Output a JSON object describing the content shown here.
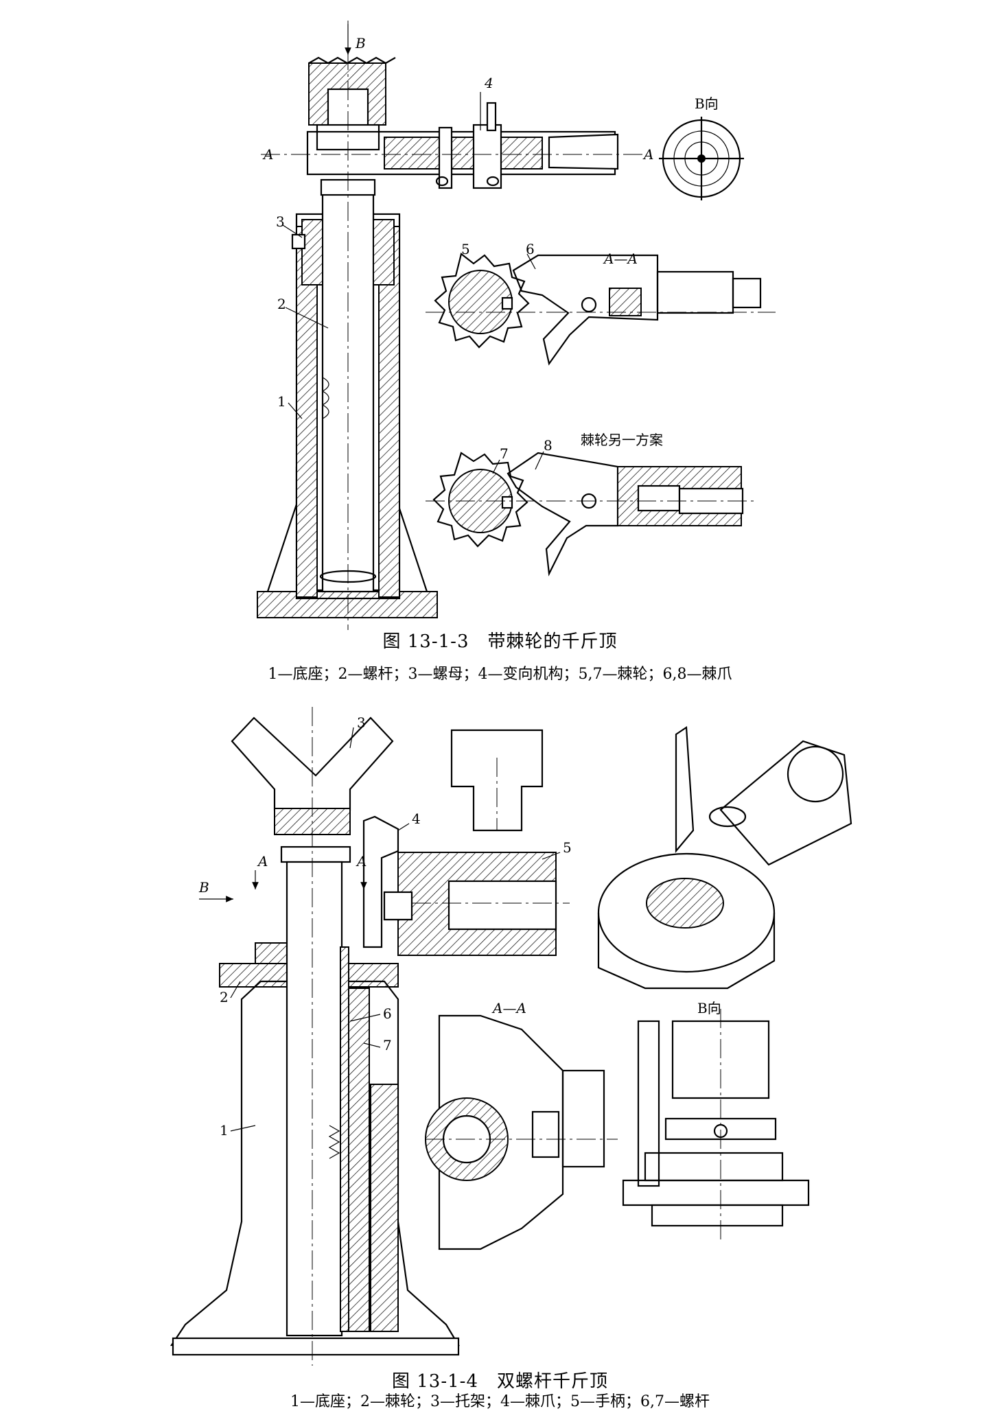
{
  "figure1": {
    "labels": {
      "n1": "1",
      "n2": "2",
      "n3": "3",
      "n4": "4",
      "n5": "5",
      "n6": "6",
      "n7": "7",
      "n8": "8",
      "A_left": "A",
      "A_right": "A",
      "B": "B",
      "B_view": "B向",
      "section": "A—A",
      "alt": "棘轮另一方案"
    },
    "caption": "图 13-1-3　带棘轮的千斤顶",
    "legend": "1—底座；2—螺杆；3—螺母；4—变向机构；5,7—棘轮；6,8—棘爪"
  },
  "figure2": {
    "labels": {
      "n1": "1",
      "n2": "2",
      "n3": "3",
      "n4": "4",
      "n5": "5",
      "n6": "6",
      "n7": "7",
      "A_1": "A",
      "A_2": "A",
      "B": "B",
      "section": "A—A",
      "B_view": "B向"
    },
    "caption": "图 13-1-4　双螺杆千斤顶",
    "legend": "1—底座；2—棘轮；3—托架；4—棘爪；5—手柄；6,7—螺杆"
  }
}
